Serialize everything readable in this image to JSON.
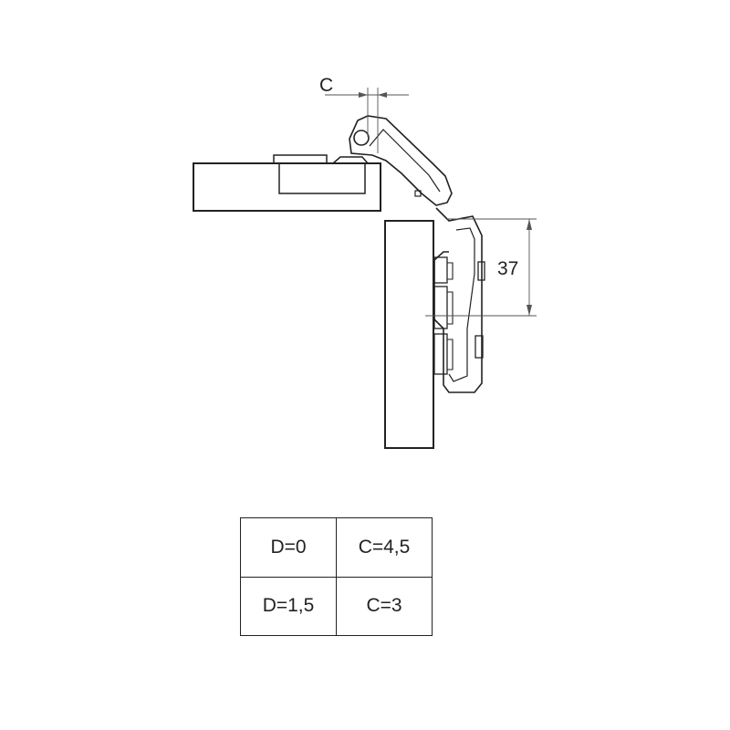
{
  "drawing": {
    "label_c": "C",
    "label_37": "37"
  },
  "table": {
    "rows": [
      [
        "D=0",
        "C=4,5"
      ],
      [
        "D=1,5",
        "C=3"
      ]
    ]
  },
  "colors": {
    "stroke": "#222222",
    "dimension": "#555555"
  }
}
